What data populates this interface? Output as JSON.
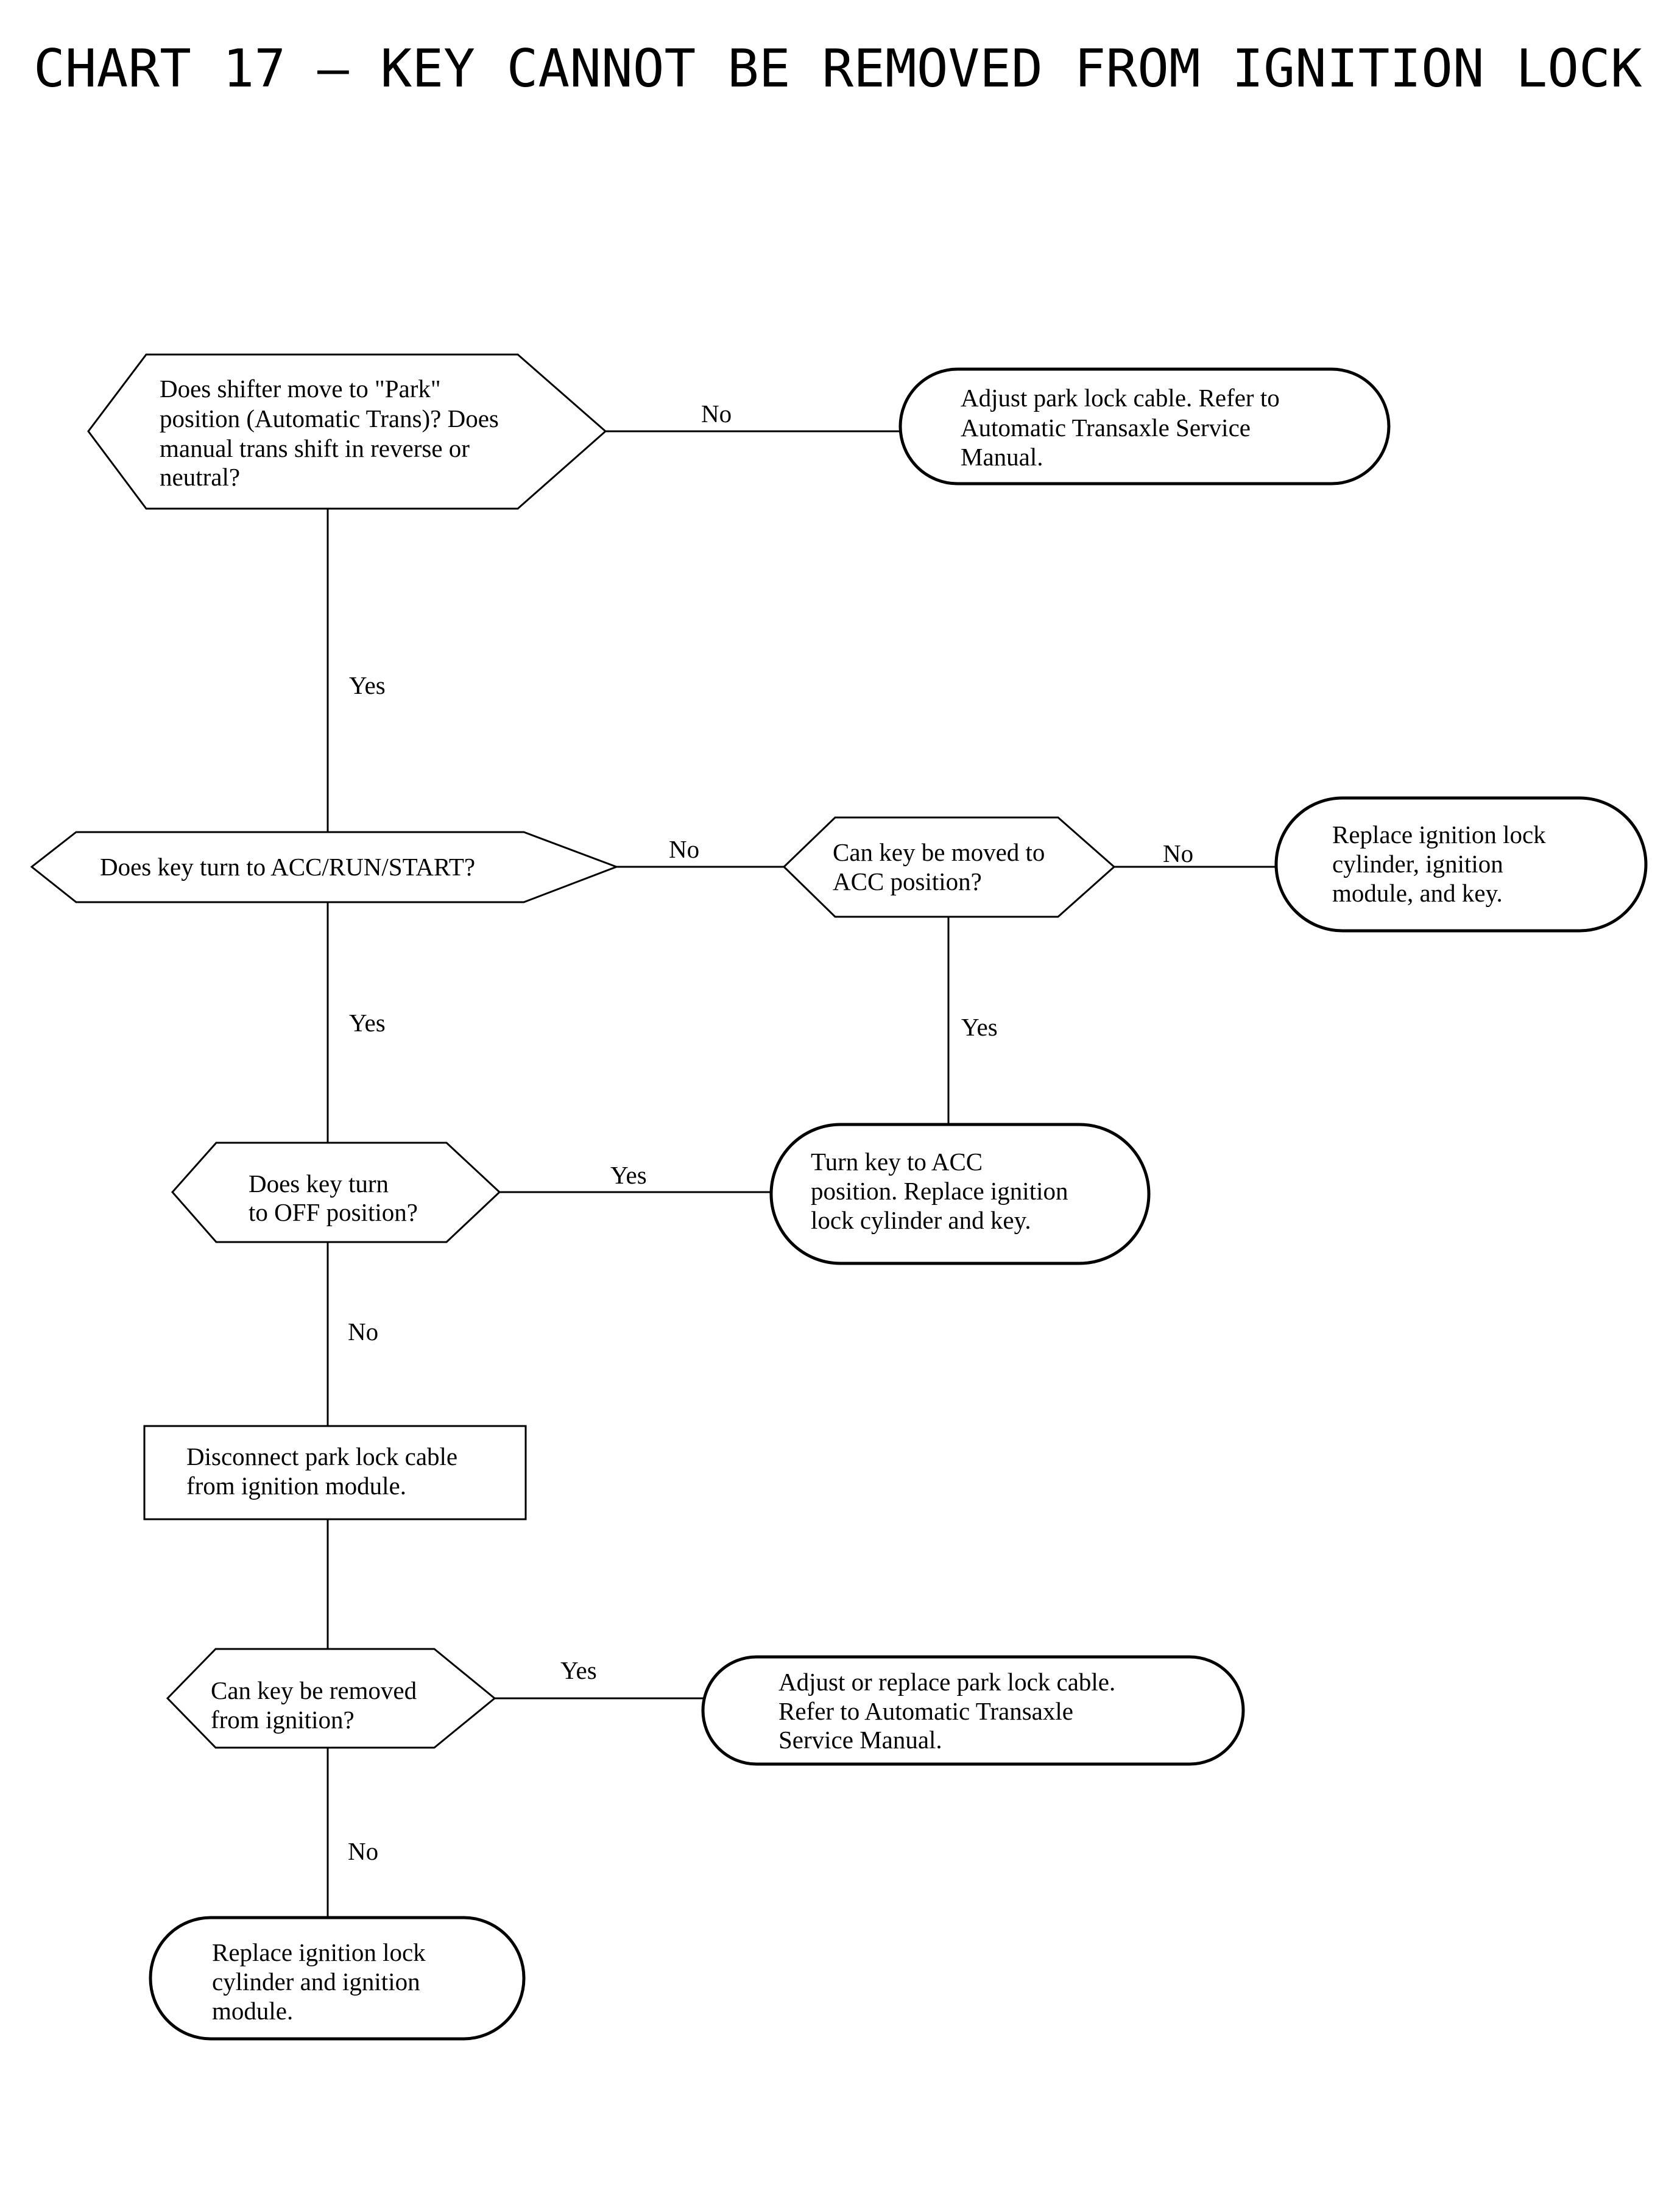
{
  "title": "CHART 17 – KEY CANNOT BE REMOVED FROM IGNITION LOCK",
  "nodes": {
    "q_park": [
      "Does shifter move to \"Park\"",
      "position (Automatic Trans)? Does",
      "manual trans shift in reverse or",
      "neutral?"
    ],
    "r_adjust_cable": [
      "Adjust park lock cable. Refer to",
      "Automatic Transaxle Service",
      "Manual."
    ],
    "q_key_turn": [
      "Does key turn to ACC/RUN/START?"
    ],
    "q_acc": [
      "Can key be moved to",
      "ACC position?"
    ],
    "r_replace_cyl_mod_key": [
      "Replace ignition lock",
      "cylinder, ignition",
      "module, and key."
    ],
    "q_off": [
      "Does key turn",
      "to OFF position?"
    ],
    "r_turn_acc": [
      "Turn key to ACC",
      "position. Replace ignition",
      "lock cylinder and key."
    ],
    "s_disconnect": [
      "Disconnect park lock cable",
      "from ignition module."
    ],
    "q_removed": [
      "Can key be removed",
      "from ignition?"
    ],
    "r_adjust_replace": [
      "Adjust or replace park lock cable.",
      "Refer to Automatic Transaxle",
      "Service Manual."
    ],
    "r_replace_cyl_mod": [
      "Replace ignition lock",
      "cylinder and ignition",
      "module."
    ]
  },
  "edge_labels": {
    "park_no": "No",
    "park_yes": "Yes",
    "keyturn_no": "No",
    "acc_no": "No",
    "keyturn_yes": "Yes",
    "acc_yes": "Yes",
    "off_yes": "Yes",
    "off_no": "No",
    "removed_yes": "Yes",
    "removed_no": "No"
  }
}
